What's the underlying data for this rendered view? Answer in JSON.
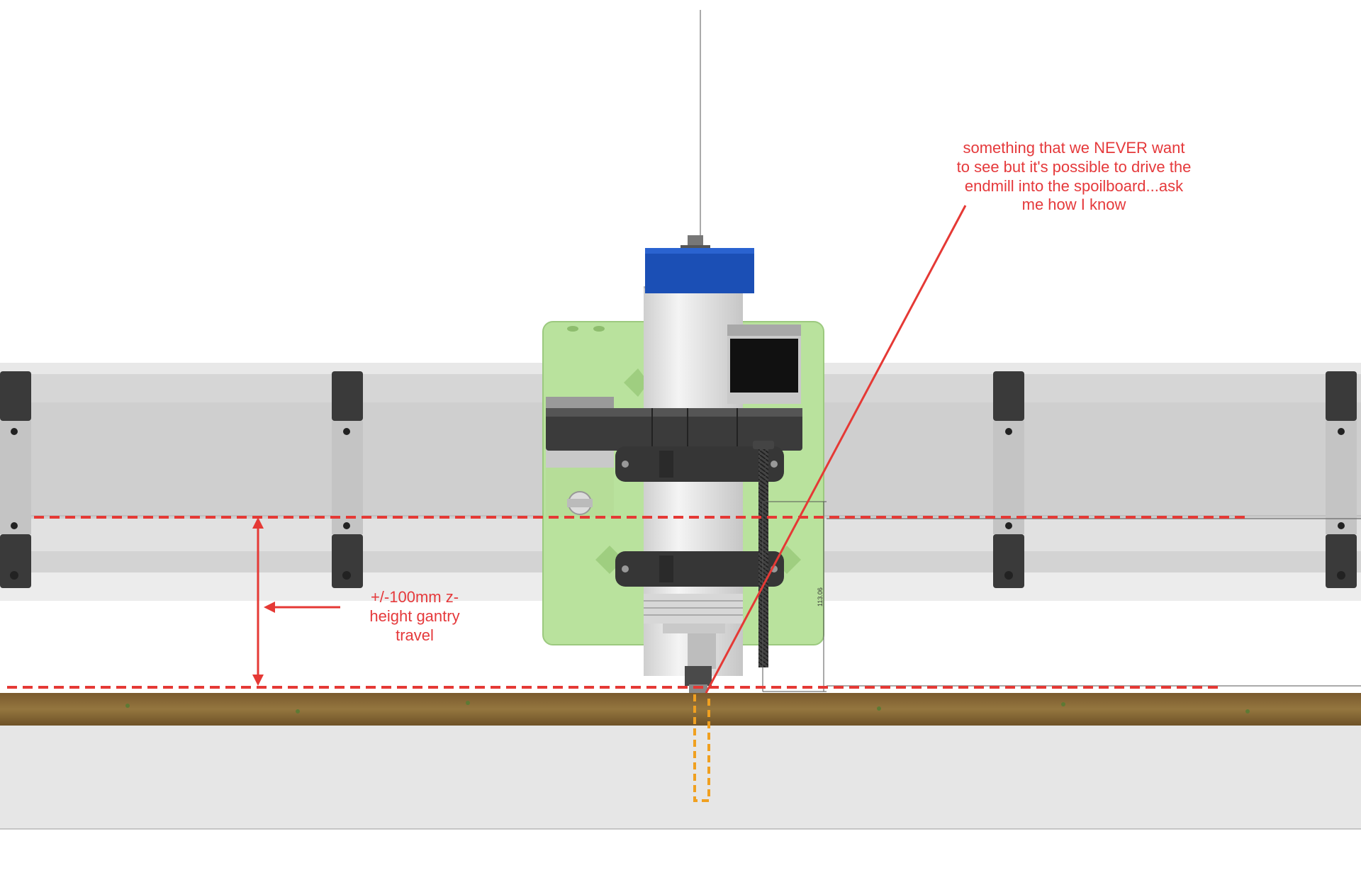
{
  "annotations": {
    "endmill_warning": "something that we NEVER want\nto see but it's possible to drive the\nendmill into the spoilboard...ask\nme how I know",
    "gantry_travel": "+/-100mm z-\nheight gantry\ntravel"
  },
  "dimension": {
    "value": "113.06"
  },
  "colors": {
    "annotation_red": "#e5393b",
    "dashed_red": "#e53935",
    "endmill_orange": "#f0a020",
    "carriage_green": "#b9e29d",
    "spindle_cap_blue": "#1b4fb5",
    "spoilboard_brown": "#8a6a3a"
  }
}
